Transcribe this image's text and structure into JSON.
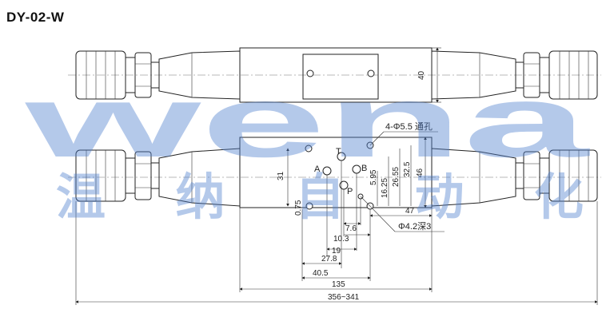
{
  "title": "DY-02-W",
  "watermark": {
    "latin": "wena",
    "chinese": "温纳自动化",
    "color": "#4f7fcf"
  },
  "ports": {
    "a": "A",
    "b": "B",
    "p": "P",
    "t": "T"
  },
  "callouts": {
    "mount_holes": "4-Φ5.5 通孔",
    "pin_hole": "Φ4.2深3"
  },
  "dimensions": {
    "d40": "40",
    "d31": "31",
    "d46": "46",
    "d47": "47",
    "d32_5": "32.5",
    "d26_55": "26.55",
    "d16_25": "16.25",
    "d5_95": "5.95",
    "d0_75": "0.75",
    "d7_6": "7.6",
    "d10_3": "10.3",
    "d19": "19",
    "d27_8": "27.8",
    "d40_5": "40.5",
    "d135": "135",
    "d356_341": "356~341"
  }
}
